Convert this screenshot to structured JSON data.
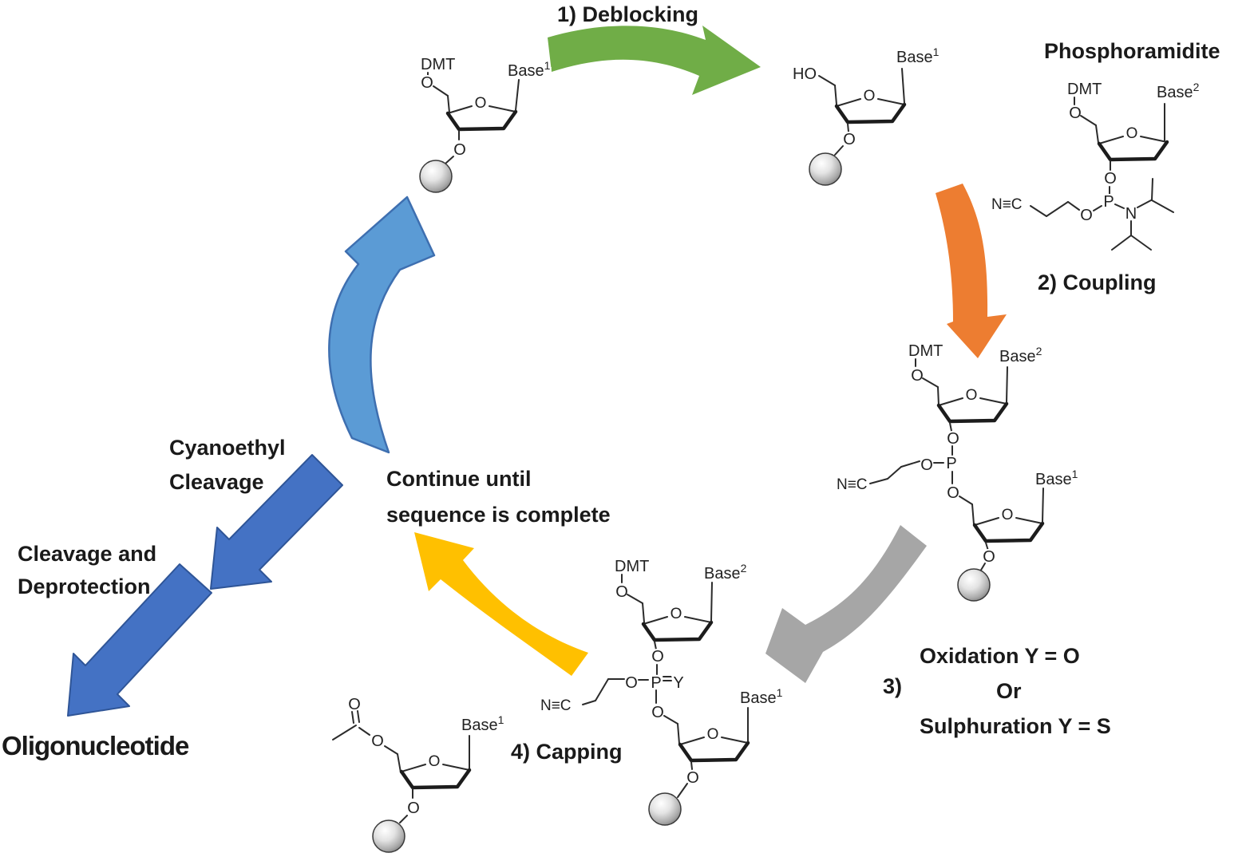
{
  "diagram": {
    "steps": {
      "step1": "1) Deblocking",
      "step2": "2) Coupling",
      "step3_number": "3)",
      "step3_line1": "Oxidation Y = O",
      "step3_line2": "Or",
      "step3_line3": "Sulphuration Y = S",
      "step4": "4) Capping"
    },
    "labels": {
      "phosphoramidite": "Phosphoramidite",
      "continue_line1": "Continue until",
      "continue_line2": "sequence is complete",
      "cyanoethyl_line1": "Cyanoethyl",
      "cyanoethyl_line2": "Cleavage",
      "cleavage_line1": "Cleavage and",
      "cleavage_line2": "Deprotection",
      "oligonucleotide": "Oligonucleotide"
    },
    "chem": {
      "dmt": "DMT",
      "ho": "HO",
      "o": "O",
      "p": "P",
      "n": "N",
      "y": "Y",
      "nc": "N≡C",
      "base": "Base",
      "sup1": "1",
      "sup2": "2"
    },
    "colors": {
      "deblocking_arrow": "#70AD47",
      "coupling_arrow": "#ED7D31",
      "oxidation_arrow": "#A6A6A6",
      "capping_arrow": "#FFC000",
      "cycle_arrow": "#5B9BD5",
      "cleavage_arrow": "#4472C4"
    }
  }
}
